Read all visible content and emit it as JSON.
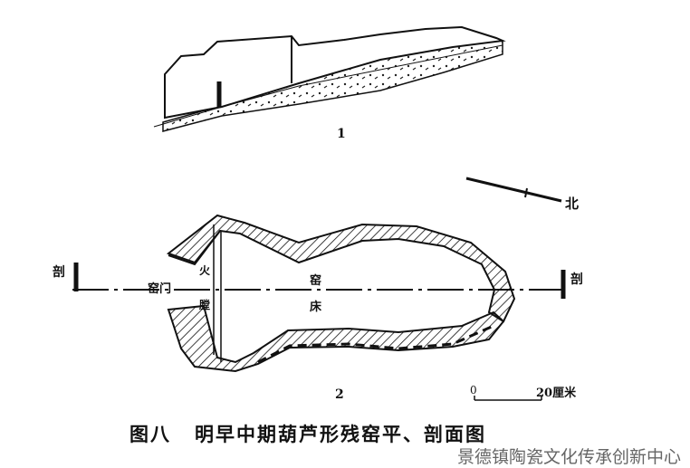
{
  "figure": {
    "number": "图八",
    "title": "明早中期葫芦形残窑平、剖面图"
  },
  "subfigures": {
    "section": "1",
    "plan": "2"
  },
  "labels": {
    "section_left": "剖",
    "section_right": "剖",
    "kiln_door": "窑门",
    "firebox_1": "火",
    "firebox_2": "膛",
    "kiln_bed_1": "窑",
    "kiln_bed_2": "床",
    "north": "北"
  },
  "scale": {
    "zero": "0",
    "max": "20厘米"
  },
  "watermark": "景德镇陶瓷文化传承创新中心"
}
